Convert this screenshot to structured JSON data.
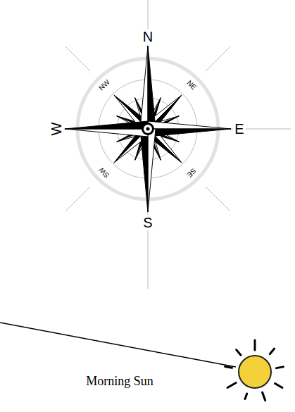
{
  "diagram": {
    "labels": [
      "N",
      "NW",
      "NE",
      "W",
      "E",
      "SW",
      "SE",
      "S",
      "Morning Sun"
    ]
  }
}
